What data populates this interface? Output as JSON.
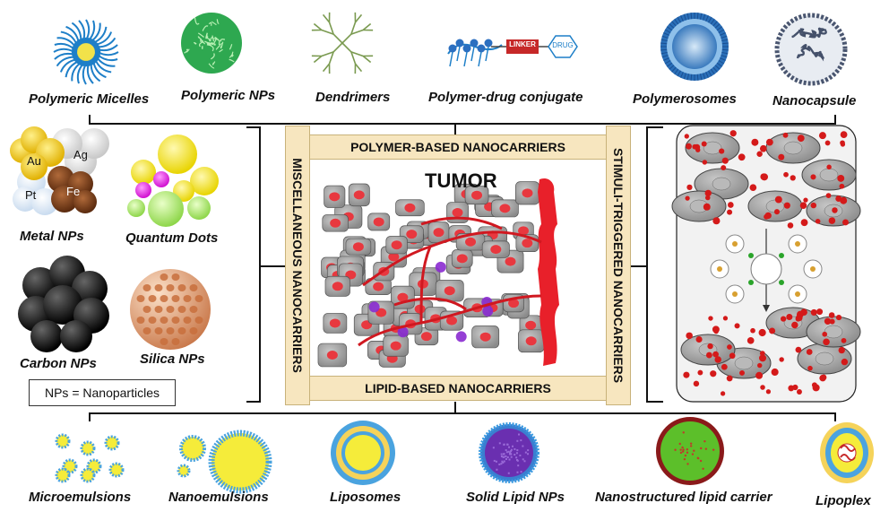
{
  "top_labels": {
    "polymeric_micelles": "Polymeric Micelles",
    "polymeric_nps": "Polymeric NPs",
    "dendrimers": "Dendrimers",
    "polymer_drug_conjugate": "Polymer-drug conjugate",
    "polymerosomes": "Polymerosomes",
    "nanocapsule": "Nanocapsule"
  },
  "conjugate_tags": {
    "linker": "LINKER",
    "drug": "DRUG"
  },
  "left_labels": {
    "metal_nps": "Metal NPs",
    "quantum_dots": "Quantum Dots",
    "carbon_nps": "Carbon NPs",
    "silica_nps": "Silica NPs"
  },
  "metal_symbols": {
    "au": "Au",
    "ag": "Ag",
    "pt": "Pt",
    "fe": "Fe"
  },
  "legend": "NPs = Nanoparticles",
  "center": {
    "title": "TUMOR",
    "top_band": "POLYMER-BASED NANOCARRIERS",
    "bottom_band": "LIPID-BASED NANOCARRIERS",
    "left_band": "MISCELLANEOUS NANOCARRIERS",
    "right_band": "STIMULI-TRIGGERED NANOCARRIERS"
  },
  "bottom_labels": {
    "microemulsions": "Microemulsions",
    "nanoemulsions": "Nanoemulsions",
    "liposomes": "Liposomes",
    "solid_lipid_nps": "Solid Lipid NPs",
    "nlc": "Nanostructured lipid carrier",
    "lipoplex": "Lipoplex"
  },
  "colors": {
    "band_fill": "#f7e6bf",
    "vessel": "#e8202a",
    "cell_body": "#9a9a9a",
    "nucleus": "#e8383f",
    "micelle_blue": "#1e7fc8",
    "polymer_green": "#22b14c",
    "dendrimer_green": "#7a9a50",
    "lipid_blue": "#4aa3df",
    "sln_purple": "#6a2fb0",
    "nlc_green": "#5cbf2a",
    "gold": "#f2c200"
  }
}
